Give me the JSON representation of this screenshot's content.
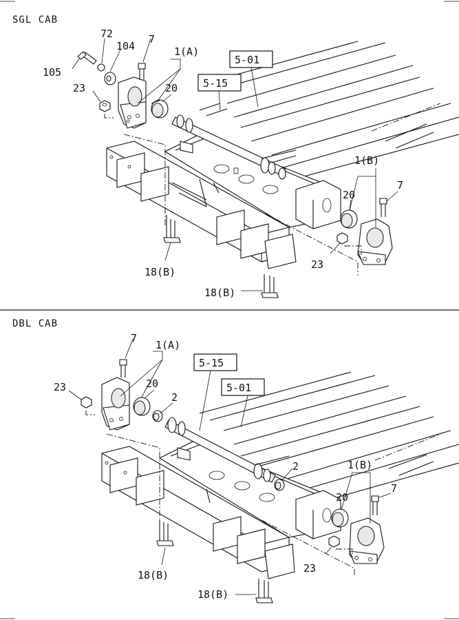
{
  "sections": {
    "single_cab": {
      "title": "SGL CAB"
    },
    "double_cab": {
      "title": "DBL CAB"
    }
  },
  "sgl_labels": {
    "l72": "72",
    "l104": "104",
    "l7a": "7",
    "l1a": "1(A)",
    "l105": "105",
    "l23a": "23",
    "l20a": "20",
    "ref501": "5-01",
    "ref515": "5-15",
    "l1b": "1(B)",
    "l20b": "20",
    "l7b": "7",
    "l23b": "23",
    "l18a": "18(B)",
    "l18b": "18(B)"
  },
  "dbl_labels": {
    "l7a": "7",
    "l1a": "1(A)",
    "ref515": "5-15",
    "l23a": "23",
    "l20a": "20",
    "l2a": "2",
    "ref501": "5-01",
    "l2b": "2",
    "l1b": "1(B)",
    "l20b": "20",
    "l7b": "7",
    "l23b": "23",
    "l18a": "18(B)",
    "l18b": "18(B)"
  }
}
